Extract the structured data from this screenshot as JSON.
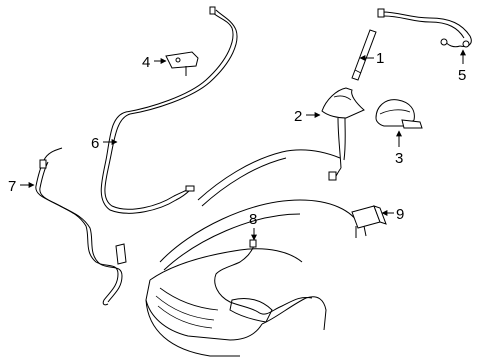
{
  "diagram": {
    "callouts": [
      {
        "id": "1",
        "label": "1"
      },
      {
        "id": "2",
        "label": "2"
      },
      {
        "id": "3",
        "label": "3"
      },
      {
        "id": "4",
        "label": "4"
      },
      {
        "id": "5",
        "label": "5"
      },
      {
        "id": "6",
        "label": "6"
      },
      {
        "id": "7",
        "label": "7"
      },
      {
        "id": "8",
        "label": "8"
      },
      {
        "id": "9",
        "label": "9"
      }
    ],
    "colors": {
      "ink": "#000000",
      "background": "#ffffff"
    }
  }
}
